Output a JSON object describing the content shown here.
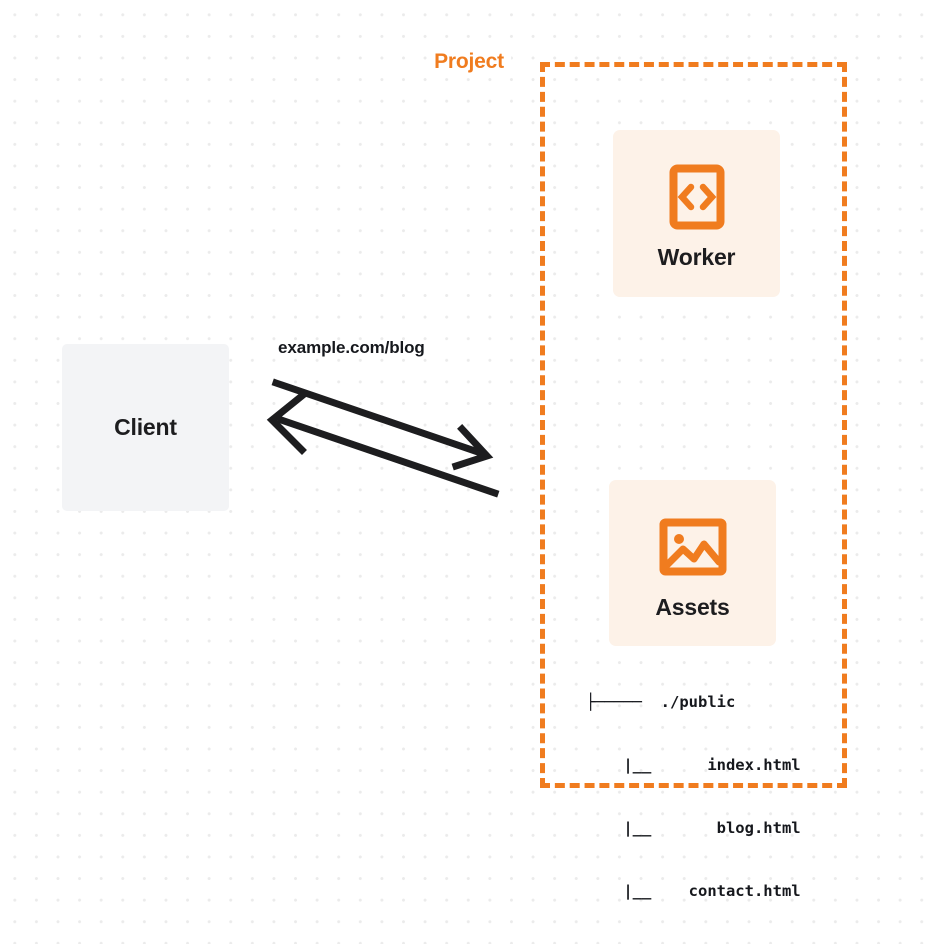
{
  "diagram": {
    "title": "Client to Project Worker and Assets request flow",
    "background": {
      "color": "#ffffff",
      "dot_color": "#ebebeb"
    },
    "colors": {
      "accent_orange": "#f07c1f",
      "box_fill_peach": "#fdf2e8",
      "client_fill_gray": "#f3f4f6",
      "text_dark": "#16181d"
    },
    "client": {
      "label": "Client"
    },
    "edge": {
      "label": "example.com/blog",
      "direction": "bidirectional"
    },
    "project": {
      "title": "Project",
      "nodes": [
        {
          "id": "worker",
          "label": "Worker",
          "icon": "code-brackets-icon"
        },
        {
          "id": "assets",
          "label": "Assets",
          "icon": "image-landscape-icon"
        }
      ],
      "file_tree": {
        "lines": [
          "├─────  ./public",
          "    |__      index.html",
          "    |__       blog.html",
          "    |__    contact.html"
        ],
        "entries": [
          "./public",
          "index.html",
          "blog.html",
          "contact.html"
        ]
      }
    }
  }
}
